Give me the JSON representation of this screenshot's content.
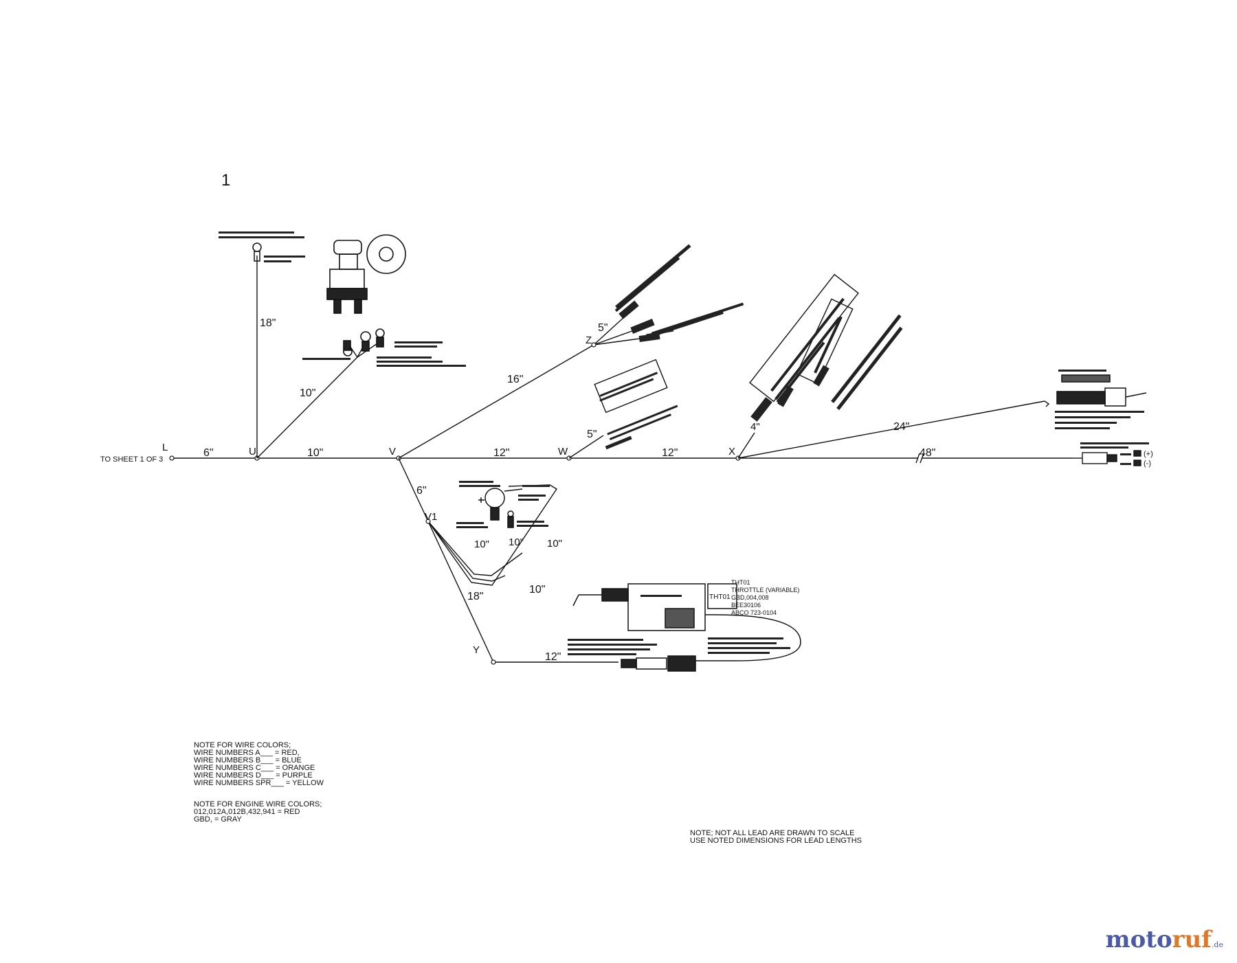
{
  "sheet_number": "1",
  "to_sheet": "TO SHEET 1 OF 3",
  "nodes": {
    "L": "L",
    "U": "U",
    "V": "V",
    "W": "W",
    "X": "X",
    "Z": "Z",
    "V1": "V1",
    "Y": "Y"
  },
  "lengths": {
    "l_u": "6\"",
    "u_v": "10\"",
    "v_w": "12\"",
    "w_x": "12\"",
    "x_end": "48\"",
    "u_battery": "18\"",
    "u_switch": "10\"",
    "v_z": "16\"",
    "z_branch": "5\"",
    "w_branch": "5\"",
    "x_branch": "4\"",
    "x_24": "24\"",
    "v_v1": "6\"",
    "v1_a": "10\"",
    "v1_b": "10\"",
    "v1_c": "10\"",
    "v1_y": "18\"",
    "throttle_lead": "10\"",
    "y_12": "12\""
  },
  "throttle": {
    "box_label": "THT01",
    "lines": [
      "THT01",
      "THROTTLE (VARIABLE)",
      "GBD,004,008",
      "BEE30106",
      "ABCO 723-0104"
    ]
  },
  "polarity": {
    "plus": "(+)",
    "minus": "(-)"
  },
  "note_wire_colors": {
    "title": "NOTE FOR WIRE COLORS;",
    "rows": [
      "WIRE NUMBERS A___ = RED,",
      "WIRE NUMBERS B___ = BLUE",
      "WIRE NUMBERS C___ = ORANGE",
      "WIRE NUMBERS D___ = PURPLE",
      "WIRE NUMBERS SPR___ = YELLOW"
    ]
  },
  "note_engine_colors": {
    "title": "NOTE FOR ENGINE WIRE COLORS;",
    "rows": [
      "012,012A,012B,432,941 = RED",
      "GBD, = GRAY"
    ]
  },
  "note_scale": {
    "rows": [
      "NOTE; NOT ALL LEAD ARE DRAWN TO SCALE",
      "USE NOTED DIMENSIONS FOR LEAD LENGTHS"
    ]
  },
  "watermark": {
    "part1": "moto",
    "part2": "ruf",
    "suffix": ".de"
  }
}
